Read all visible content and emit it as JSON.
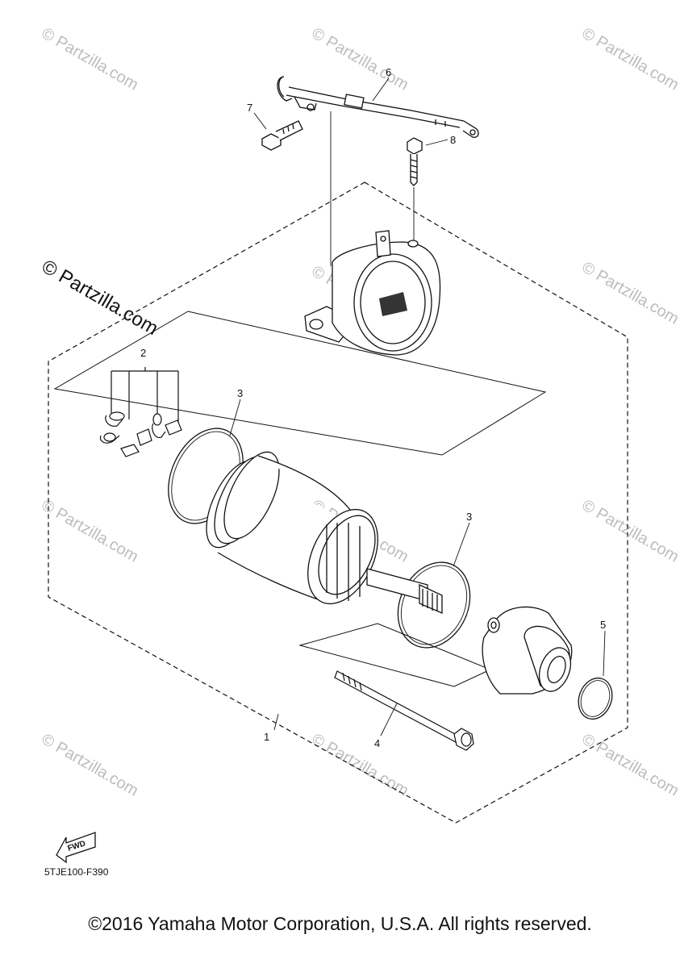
{
  "watermark": {
    "text": "© Partzilla.com",
    "main_text": "© Partzilla.com"
  },
  "callouts": {
    "p1": "1",
    "p2": "2",
    "p3a": "3",
    "p3b": "3",
    "p4": "4",
    "p5": "5",
    "p6": "6",
    "p7": "7",
    "p8": "8"
  },
  "fwd_label": "FWD",
  "diagram_code": "5TJE100-F390",
  "copyright": "©2016 Yamaha Motor Corporation, U.S.A. All rights reserved."
}
